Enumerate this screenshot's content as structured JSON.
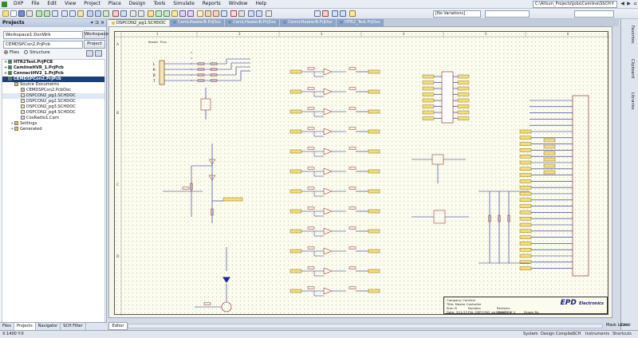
{
  "menu": {
    "items": [
      "DXP",
      "File",
      "Edit",
      "View",
      "Project",
      "Place",
      "Design",
      "Tools",
      "Simulate",
      "Reports",
      "Window",
      "Help"
    ],
    "path": "C:\\Altium_Projects\\Jobs\\Cemline\\SSCH-Y"
  },
  "toolbar": {
    "variations": "[No Variations]"
  },
  "panel": {
    "title": "Projects",
    "workspace_value": "Workspace1.DsnWrk",
    "workspace_button": "Workspace",
    "project_value": "CEMDSPCon2.PrjPcb",
    "project_button": "Project",
    "radio_files": "Files",
    "radio_structure": "Structure",
    "tree": [
      {
        "label": "HTR2Test.PrjPCB",
        "level": 0,
        "exp": "+",
        "bold": true,
        "icon": "#2e8b57"
      },
      {
        "label": "CemlineHVR_1.PrjPcb",
        "level": 0,
        "exp": "+",
        "bold": true,
        "icon": "#2e8b57"
      },
      {
        "label": "ConnectHV2_1.PrjPcb",
        "level": 0,
        "exp": "+",
        "bold": true,
        "icon": "#2e8b57"
      },
      {
        "label": "CEMDSPCon2.PrjPcb",
        "level": 0,
        "exp": "-",
        "bold": true,
        "sel": true,
        "icon": "#2e8b57"
      },
      {
        "label": "Source Documents",
        "level": 1,
        "exp": "-",
        "icon": "#e0c060"
      },
      {
        "label": "CEMDSPCon2.PcbDoc",
        "level": 2,
        "icon": "#d9c27a"
      },
      {
        "label": "DSPCON2_pg1.SCHDOC",
        "level": 2,
        "icon": "#f0e6a0",
        "active": true
      },
      {
        "label": "DSPCON2_pg2.SCHDOC",
        "level": 2,
        "icon": "#f0e6a0"
      },
      {
        "label": "DSPCON2_pg3.SCHDOC",
        "level": 2,
        "icon": "#f0e6a0"
      },
      {
        "label": "DSPCON2_pg4.SCHDOC",
        "level": 2,
        "icon": "#f0e6a0"
      },
      {
        "label": "CosRadio1.Cam",
        "level": 2,
        "icon": "#cfd8e8"
      },
      {
        "label": "Settings",
        "level": 1,
        "exp": "+",
        "icon": "#e0c060"
      },
      {
        "label": "Generated",
        "level": 1,
        "exp": "+",
        "icon": "#e0c060"
      }
    ],
    "tabs": [
      "Files",
      "Projects",
      "Navigator",
      "SCH Filter"
    ]
  },
  "doc_tabs": [
    {
      "label": "DSPCON2_pg1.SCHDOC",
      "color": "#d8c84a",
      "active": true
    },
    {
      "label": "CemLHeaterB.PrjDoc",
      "color": "#6a8cc8"
    },
    {
      "label": "CemLHeaterB.PrjDoc",
      "color": "#6a8cc8"
    },
    {
      "label": "CemlcHeaterB.PrjDoc",
      "color": "#6a8cc8"
    },
    {
      "label": "HTR2_Test.PrjDoc",
      "color": "#6a8cc8"
    }
  ],
  "schematic": {
    "zone_cols": [
      "1",
      "2",
      "3",
      "4",
      "5",
      "6"
    ],
    "zone_rows": [
      "A",
      "B",
      "C",
      "D"
    ],
    "header_left": "LRBT",
    "header_note": "Header Pins",
    "title_block": {
      "company": "EPD",
      "company_sub": "Electronics",
      "row1": "Company: Cemline",
      "row2": "Title: Master Controller",
      "size": "Size: B",
      "number": "Number:",
      "date": "Date: 3/11/13",
      "file": "File: DSPCON2_pg1.SCHDOC",
      "revision": "Revision:",
      "sheet": "Sheet 1 of 4",
      "drawn": "Drawn By:"
    }
  },
  "right_rail": [
    "Favorites",
    "Clipboard",
    "Libraries"
  ],
  "editor_tab": "Editor",
  "mask_level": "Mask Level",
  "clear": "Clear",
  "status": {
    "coord": "X:1400 Y:0",
    "items": [
      "System",
      "Design Compiler",
      "SCH",
      "Instruments",
      "Shortcuts"
    ]
  },
  "colors": {
    "wire": "#1a2a9a",
    "component": "#8a1a1a",
    "netlabel_fill": "#f3df7a",
    "netlabel_stroke": "#7a5a00",
    "sheet_bg": "#fbfbee"
  }
}
